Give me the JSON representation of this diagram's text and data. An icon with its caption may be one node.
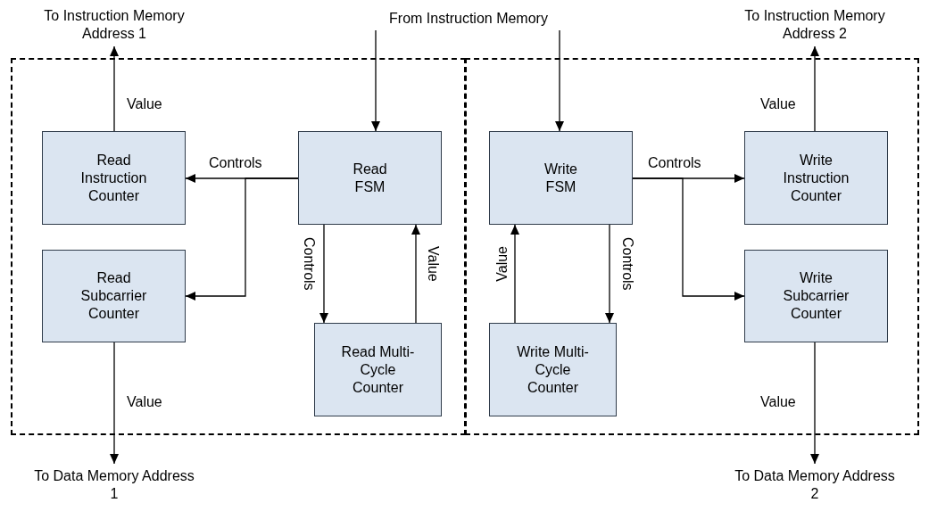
{
  "diagram": {
    "nodes": [
      {
        "text": [
          "To Instruction Memory Address 1"
        ]
      },
      {
        "text": [
          "From Instruction Memory"
        ]
      },
      {
        "text": [
          "To Instruction Memory Address 2"
        ]
      },
      {
        "text": [],
        "shape": "box"
      },
      {
        "text": [
          "Read Instruction Counter"
        ],
        "in": 3
      },
      {
        "text": [
          "Read FSM"
        ],
        "in": 3
      },
      {
        "text": [
          "Read Subcarrier Counter"
        ],
        "in": 3
      },
      {
        "text": [
          "Read Multi-Cycle Counter"
        ],
        "in": 3
      },
      {
        "text": [],
        "shape": "box"
      },
      {
        "text": [
          "Write FSM"
        ],
        "in": 8
      },
      {
        "text": [
          "Write Instruction Counter"
        ],
        "in": 8
      },
      {
        "text": [
          "Write Subcarrier Counter"
        ],
        "in": 8
      },
      {
        "text": [
          "Write Multi-Cycle Counter"
        ],
        "in": 8
      },
      {
        "text": [
          "To Data Memory Address 1"
        ]
      },
      {
        "text": [
          "To Data Memory Address 2"
        ]
      }
    ],
    "edges": [
      {
        "from": 5,
        "to": 4,
        "arrow": "to",
        "label": "Controls"
      },
      {
        "from": 5,
        "to": 6,
        "arrow": "to"
      },
      {
        "from": 5,
        "to": 7,
        "arrow": "to",
        "label": "Controls"
      },
      {
        "from": 7,
        "to": 5,
        "arrow": "to",
        "label": "Value"
      },
      {
        "from": 1,
        "to": 5,
        "arrow": "to"
      },
      {
        "from": 1,
        "to": 9,
        "arrow": "to"
      },
      {
        "from": 4,
        "to": 0,
        "arrow": "to",
        "label": "Value"
      },
      {
        "from": 6,
        "to": 13,
        "arrow": "to",
        "label": "Value"
      },
      {
        "from": 9,
        "to": 10,
        "arrow": "to",
        "label": "Controls"
      },
      {
        "from": 9,
        "to": 11,
        "arrow": "to"
      },
      {
        "from": 9,
        "to": 12,
        "arrow": "to",
        "label": "Controls"
      },
      {
        "from": 12,
        "to": 9,
        "arrow": "to",
        "label": "Value"
      },
      {
        "from": 10,
        "to": 2,
        "arrow": "to",
        "label": "Value"
      },
      {
        "from": 11,
        "to": 14,
        "arrow": "to",
        "label": "Value"
      }
    ]
  }
}
